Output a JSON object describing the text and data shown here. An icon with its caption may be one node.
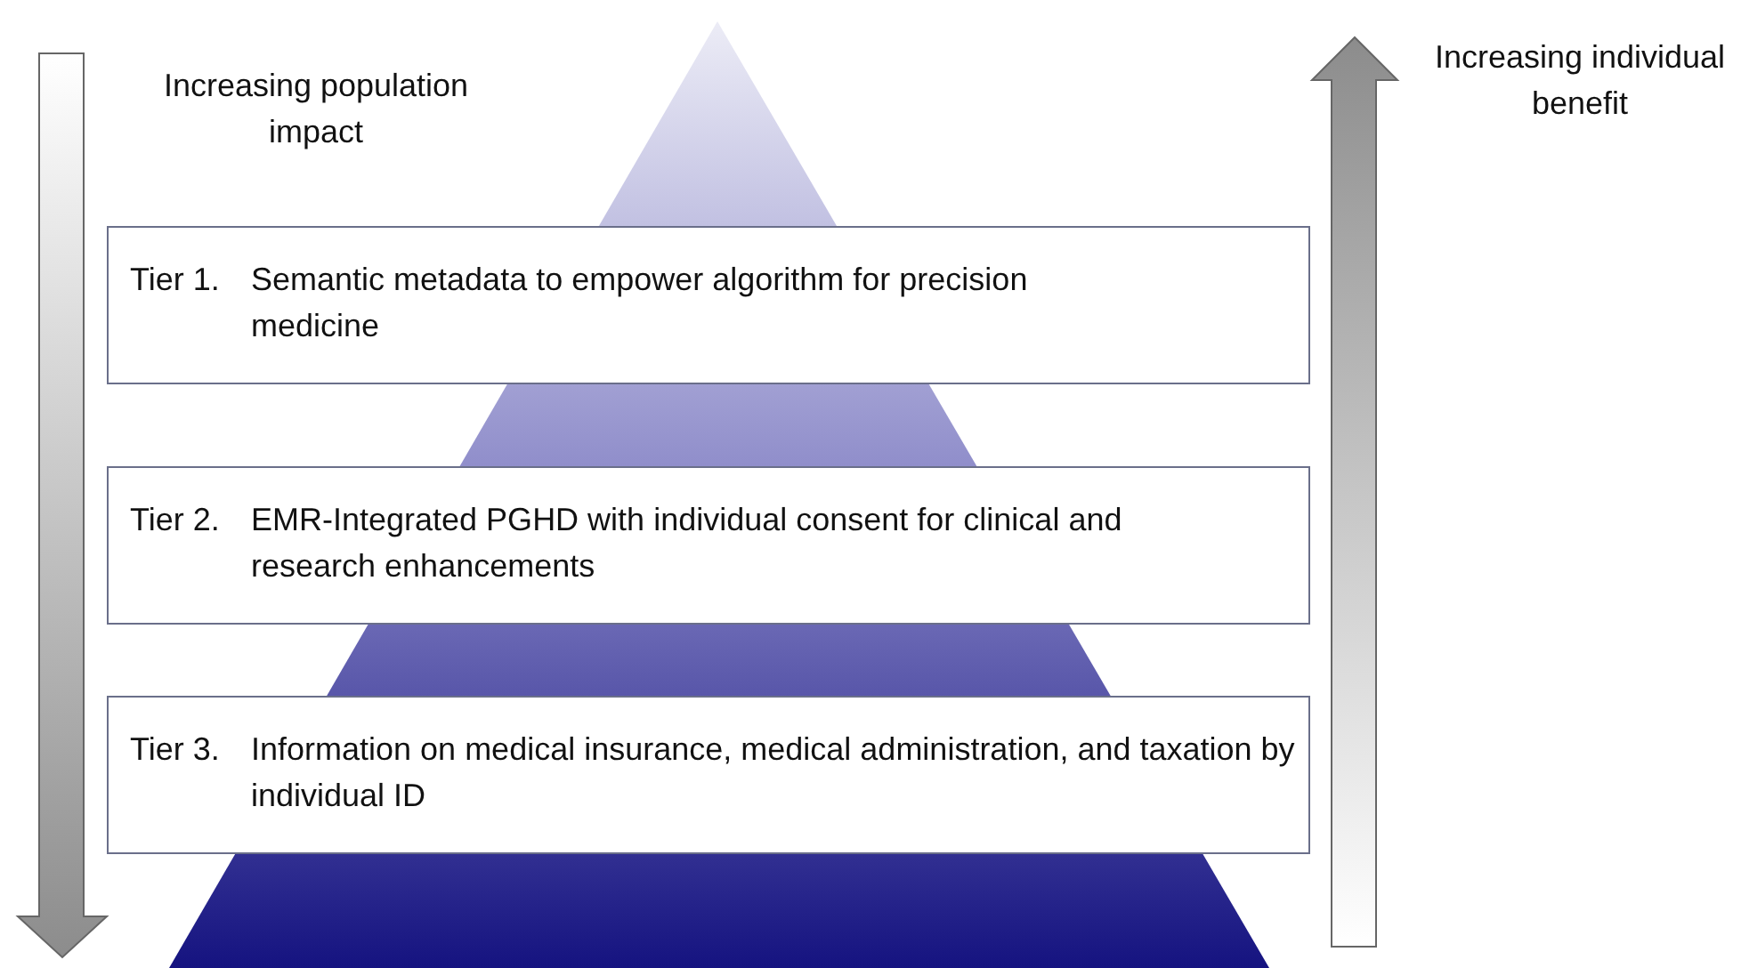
{
  "diagram": {
    "nodes": [
      {
        "text": [
          "Tier 1.",
          "Semantic metadata to empower algorithm for precision medicine"
        ]
      },
      {
        "text": [
          "Tier 2.",
          "EMR-Integrated PGHD with individual consent for clinical and research enhancements"
        ]
      },
      {
        "text": [
          "Tier 3.",
          "Information on medical insurance, medical administration, and taxation by individual ID"
        ]
      }
    ],
    "edges": [],
    "labels": [
      "Increasing population impact",
      "Increasing individual benefit"
    ]
  }
}
